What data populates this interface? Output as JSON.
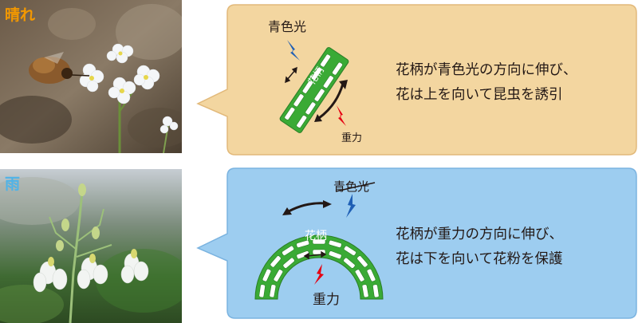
{
  "sunny": {
    "label": "晴れ",
    "label_color": "#f39800",
    "bubble_color": "#f3d6a0",
    "diagram": {
      "light_label": "青色光",
      "stem_label": "花柄",
      "gravity_label": "重力"
    },
    "description": [
      "花柄が青色光の方向に伸び、",
      "花は上を向いて昆虫を誘引"
    ]
  },
  "rainy": {
    "label": "雨",
    "label_color": "#4fb3e8",
    "bubble_color": "#9dcdf0",
    "diagram": {
      "light_label": "青色光",
      "stem_label": "花柄",
      "gravity_label": "重力"
    },
    "description": [
      "花柄が重力の方向に伸び、",
      "花は下を向いて花粉を保護"
    ]
  },
  "colors": {
    "stem_green": "#3aaa35",
    "blue_arrow": "#1f5fb5",
    "red_arrow": "#e60012"
  },
  "icons": [
    "blue-light-arrow-icon",
    "gravity-arrow-icon",
    "growth-arrow-icon"
  ]
}
